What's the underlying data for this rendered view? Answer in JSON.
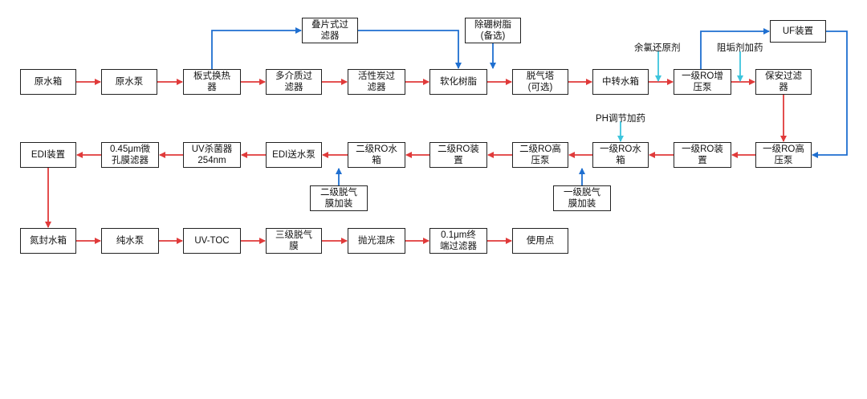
{
  "colors": {
    "main_flow": "#e03a3a",
    "side_flow": "#1f6fd0",
    "dosing": "#3cc4dc",
    "border": "#222222"
  },
  "nodes": {
    "yuanshuixiang": "原水箱",
    "yuanshuibeng": "原水泵",
    "banshi": "板式换热\n器",
    "duojiezhi": "多介质过\n滤器",
    "huoxingtan": "活性炭过\n滤器",
    "ruanhua": "软化树脂",
    "tuoqita": "脱气塔\n(可选)",
    "zhongzhuan": "中转水箱",
    "ro1_zengya": "一级RO增\n压泵",
    "baoan": "保安过滤\n器",
    "diepian": "叠片式过\n滤器",
    "chupeng": "除硼树脂\n(备选)",
    "uf": "UF装置",
    "ro1_gaoya": "一级RO高\n压泵",
    "ro1_zhuangzhi": "一级RO装\n置",
    "ro1_shuixiang": "一级RO水\n箱",
    "ro2_gaoya": "二级RO高\n压泵",
    "ro2_zhuangzhi": "二级RO装\n置",
    "ro2_shuixiang": "二级RO水\n箱",
    "edi_beng": "EDI送水泵",
    "uv254": "UV杀菌器\n254nm",
    "weikong": "0.45μm微\n孔膜滤器",
    "edi": "EDI装置",
    "tuoqimo1": "一级脱气\n膜加装",
    "tuoqimo2": "二级脱气\n膜加装",
    "danfeng": "氮封水箱",
    "chunshuibeng": "纯水泵",
    "uvtoc": "UV-TOC",
    "tuoqimo3": "三级脱气\n膜",
    "paoguang": "抛光混床",
    "zhongduan": "0.1μm终\n端过滤器",
    "shiyongdian": "使用点"
  },
  "notes": {
    "yulv": "余氯还原剂",
    "zugou": "阻垢剂加药",
    "ph": "PH调节加药"
  }
}
